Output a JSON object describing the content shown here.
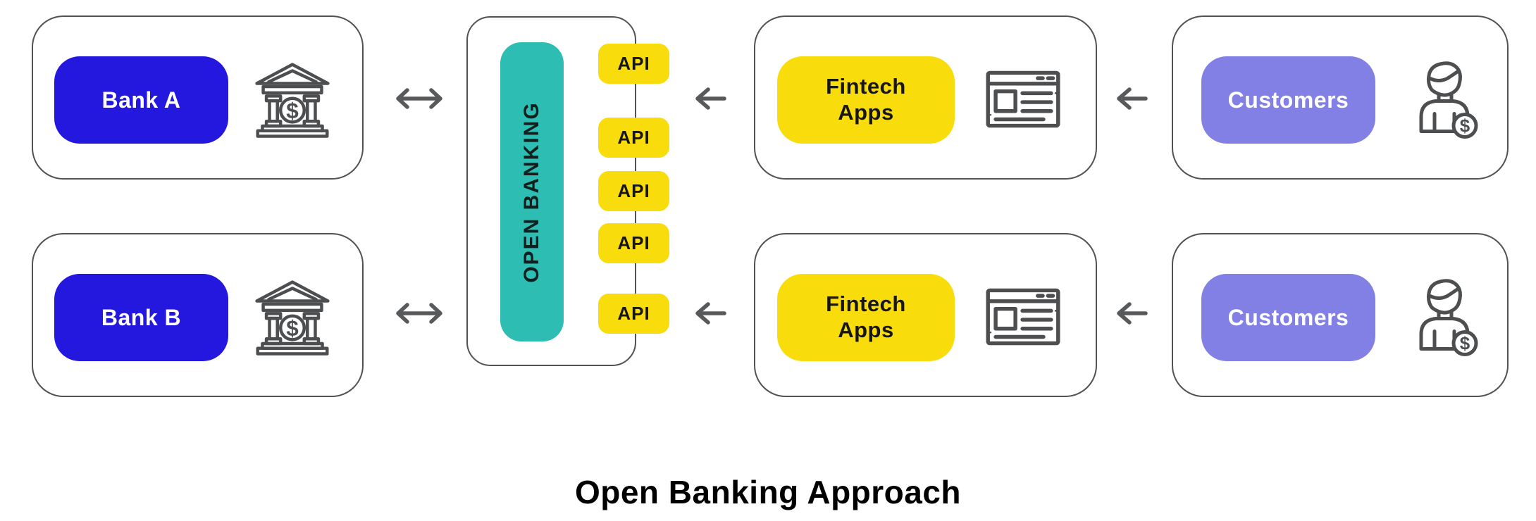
{
  "title": "Open Banking Approach",
  "hub": {
    "label": "OPEN BANKING",
    "api_pills": [
      {
        "label": "API"
      },
      {
        "label": "API"
      },
      {
        "label": "API"
      },
      {
        "label": "API"
      },
      {
        "label": "API"
      }
    ]
  },
  "banks": [
    {
      "label": "Bank A",
      "icon": "bank-building-icon"
    },
    {
      "label": "Bank B",
      "icon": "bank-building-icon"
    }
  ],
  "fintech": [
    {
      "label": "Fintech\nApps",
      "icon": "browser-window-icon"
    },
    {
      "label": "Fintech\nApps",
      "icon": "browser-window-icon"
    }
  ],
  "customers": [
    {
      "label": "Customers",
      "icon": "person-dollar-icon"
    },
    {
      "label": "Customers",
      "icon": "person-dollar-icon"
    }
  ],
  "arrows": {
    "bank_hub": "double-headed-arrow",
    "fintech_hub": "left-arrow",
    "customer_fintech": "left-arrow"
  },
  "colors": {
    "bank_pill": "#2418df",
    "hub_pill": "#2ebdb2",
    "api_pill": "#f9dc0b",
    "fintech_pill": "#f9dc0b",
    "customer_pill": "#8280e5",
    "card_border": "#515254",
    "icon_stroke": "#4d4e50",
    "text_light": "#ffffff",
    "text_dark": "#161616"
  }
}
